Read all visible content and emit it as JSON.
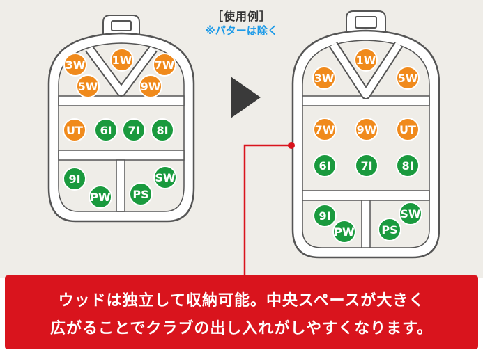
{
  "header": {
    "title": "［使用例］",
    "note": "※パターは除く"
  },
  "banner": {
    "line1": "ウッドは独立して収納可能。中央スペースが大きく",
    "line2": "広がることでクラブの出し入れがしやすくなります。"
  },
  "colors": {
    "background": "#efede8",
    "wood": "#f08a1c",
    "iron": "#1a9a3e",
    "banner": "#d9141d",
    "note": "#1e9be8",
    "arrow": "#3a3a3a"
  },
  "left_organizer": {
    "clubs": [
      {
        "label": "3W",
        "type": "wood"
      },
      {
        "label": "1W",
        "type": "wood"
      },
      {
        "label": "7W",
        "type": "wood"
      },
      {
        "label": "5W",
        "type": "wood"
      },
      {
        "label": "9W",
        "type": "wood"
      },
      {
        "label": "UT",
        "type": "wood"
      },
      {
        "label": "6I",
        "type": "iron"
      },
      {
        "label": "7I",
        "type": "iron"
      },
      {
        "label": "8I",
        "type": "iron"
      },
      {
        "label": "9I",
        "type": "iron"
      },
      {
        "label": "PW",
        "type": "iron"
      },
      {
        "label": "SW",
        "type": "iron"
      },
      {
        "label": "PS",
        "type": "iron"
      }
    ]
  },
  "right_organizer": {
    "clubs": [
      {
        "label": "1W",
        "type": "wood"
      },
      {
        "label": "3W",
        "type": "wood"
      },
      {
        "label": "5W",
        "type": "wood"
      },
      {
        "label": "7W",
        "type": "wood"
      },
      {
        "label": "9W",
        "type": "wood"
      },
      {
        "label": "UT",
        "type": "wood"
      },
      {
        "label": "6I",
        "type": "iron"
      },
      {
        "label": "7I",
        "type": "iron"
      },
      {
        "label": "8I",
        "type": "iron"
      },
      {
        "label": "9I",
        "type": "iron"
      },
      {
        "label": "PW",
        "type": "iron"
      },
      {
        "label": "SW",
        "type": "iron"
      },
      {
        "label": "PS",
        "type": "iron"
      }
    ]
  }
}
